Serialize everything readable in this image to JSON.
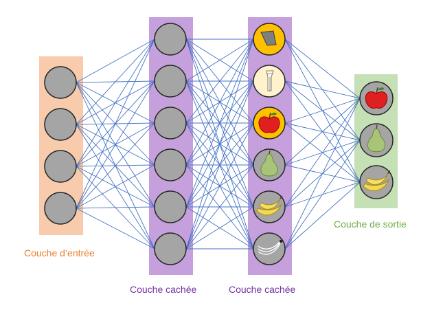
{
  "colors": {
    "background": "#ffffff",
    "edge": "#4472c4",
    "node_fill": "#a6a5a5",
    "node_stroke": "#262626",
    "input_band": "#f8cbad",
    "hidden_band": "#c5a0dd",
    "output_band": "#c5e0b4",
    "input_label": "#ed7d31",
    "hidden_label": "#7030a0",
    "output_label": "#70ad47"
  },
  "layers": [
    {
      "id": "input",
      "label": "Couche d’entrée",
      "nodes": [
        "blank",
        "blank",
        "blank",
        "blank"
      ]
    },
    {
      "id": "hidden1",
      "label": "Couche cachée",
      "nodes": [
        "blank",
        "blank",
        "blank",
        "blank",
        "blank",
        "blank"
      ]
    },
    {
      "id": "hidden2",
      "label": "Couche cachée",
      "nodes": [
        "square-shape-icon",
        "stick-shape-icon",
        "red-apple-icon",
        "pear-icon",
        "banana-icon",
        "banana-sketch-icon"
      ]
    },
    {
      "id": "output",
      "label": "Couche de sortie",
      "nodes": [
        "red-apple-icon",
        "pear-icon",
        "banana-icon"
      ]
    }
  ]
}
